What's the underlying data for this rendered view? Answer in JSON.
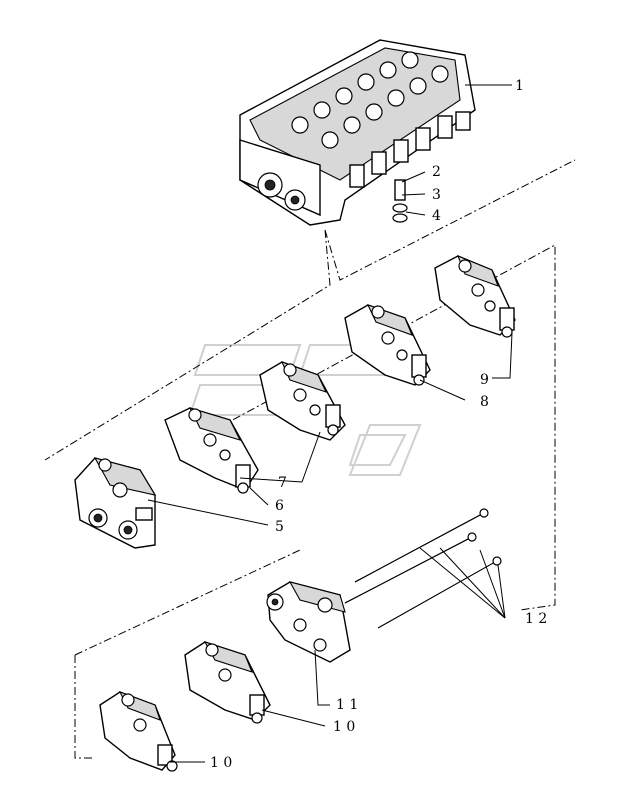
{
  "callouts": {
    "c1": "1",
    "c2": "2",
    "c3": "3",
    "c4": "4",
    "c5": "5",
    "c6": "6",
    "c7": "7",
    "c8": "8",
    "c9": "9",
    "c10a": "1 0",
    "c10b": "1 0",
    "c11": "1 1",
    "c12": "1 2"
  }
}
